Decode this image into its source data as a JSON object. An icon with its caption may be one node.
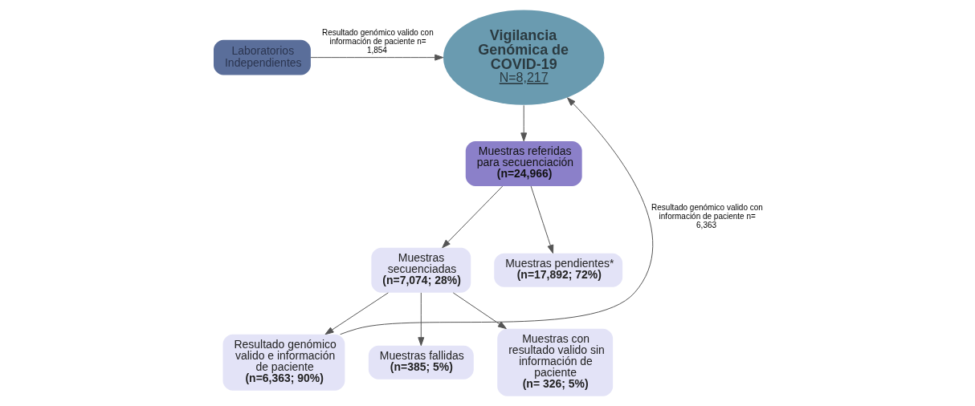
{
  "diagram": {
    "nodes": [
      {
        "text": [
          "Vigilancia Genómica de COVID-19",
          "N=8,217"
        ]
      },
      {
        "text": [
          "Muestras referidas para secuenciación",
          "(n=24,966)"
        ]
      },
      {
        "text": [
          "Muestras secuenciadas",
          "(n=7,074; 28%)"
        ]
      },
      {
        "text": [
          "Muestras pendientes*",
          "(n=17,892; 72%)"
        ]
      },
      {
        "text": [
          "Resultado genómico valido e información de paciente",
          "(n=6,363; 90%)"
        ]
      },
      {
        "text": [
          "Muestras fallidas",
          "(n=385; 5%)"
        ]
      },
      {
        "text": [
          "Muestras con resultado valido sin información de paciente",
          "(n= 326; 5%)"
        ]
      },
      {
        "text": [
          "Laboratorios Independientes"
        ]
      }
    ],
    "edges": [
      {
        "from": 0,
        "to": 1,
        "arrow": "to"
      },
      {
        "from": 1,
        "to": 2,
        "arrow": "to"
      },
      {
        "from": 1,
        "to": 3,
        "arrow": "to"
      },
      {
        "from": 2,
        "to": 4,
        "arrow": "to"
      },
      {
        "from": 2,
        "to": 5,
        "arrow": "to"
      },
      {
        "from": 2,
        "to": 6,
        "arrow": "to"
      },
      {
        "from": 4,
        "to": 0,
        "arrow": "to",
        "label": "Resultado genómico valido con información de paciente n= 6,363"
      },
      {
        "from": 7,
        "to": 0,
        "arrow": "to",
        "label": "Resultado genómico valido con información de paciente n= 1,854"
      }
    ]
  }
}
